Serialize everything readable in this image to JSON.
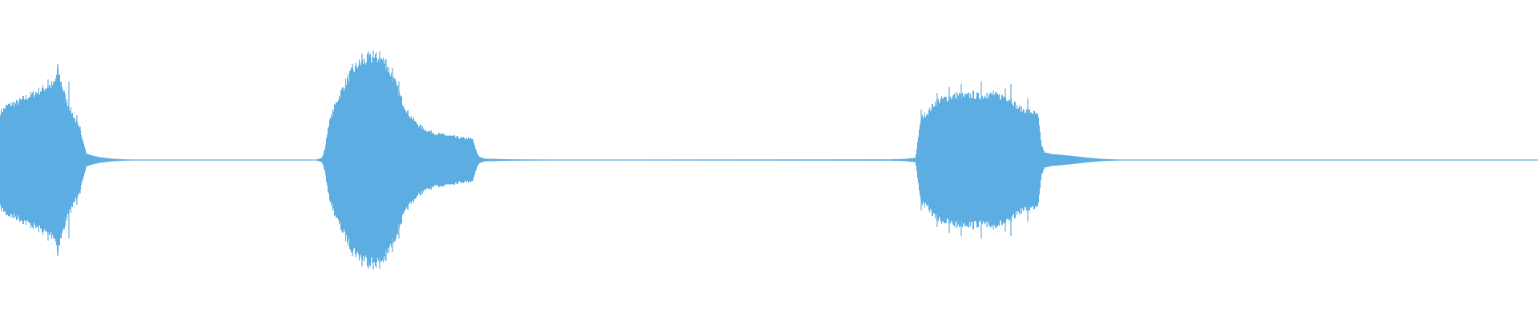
{
  "chart_data": {
    "type": "area",
    "title": "",
    "xlabel": "",
    "ylabel": "",
    "grid": false,
    "legend": "none",
    "xlim": [
      0,
      1920
    ],
    "ylim": [
      -1,
      1
    ],
    "color": "#5dade2",
    "background": "#ffffff",
    "baseline_amplitude": 0.004,
    "series": [
      {
        "envelope": [
          [
            0,
            0.45
          ],
          [
            10,
            0.52
          ],
          [
            20,
            0.54
          ],
          [
            30,
            0.58
          ],
          [
            40,
            0.62
          ],
          [
            50,
            0.66
          ],
          [
            60,
            0.7
          ],
          [
            68,
            0.72
          ],
          [
            72,
            0.86
          ],
          [
            76,
            0.75
          ],
          [
            82,
            0.58
          ],
          [
            88,
            0.48
          ],
          [
            94,
            0.38
          ],
          [
            100,
            0.28
          ],
          [
            104,
            0.18
          ],
          [
            108,
            0.06
          ],
          [
            115,
            0.04
          ],
          [
            125,
            0.025
          ],
          [
            140,
            0.012
          ],
          [
            155,
            0.006
          ],
          [
            170,
            0.004
          ],
          [
            395,
            0.004
          ],
          [
            402,
            0.02
          ],
          [
            406,
            0.12
          ],
          [
            410,
            0.33
          ],
          [
            415,
            0.45
          ],
          [
            420,
            0.55
          ],
          [
            428,
            0.68
          ],
          [
            436,
            0.8
          ],
          [
            446,
            0.9
          ],
          [
            458,
            0.95
          ],
          [
            470,
            0.97
          ],
          [
            478,
            0.95
          ],
          [
            486,
            0.85
          ],
          [
            494,
            0.72
          ],
          [
            502,
            0.56
          ],
          [
            510,
            0.44
          ],
          [
            520,
            0.35
          ],
          [
            530,
            0.29
          ],
          [
            545,
            0.25
          ],
          [
            560,
            0.23
          ],
          [
            575,
            0.21
          ],
          [
            590,
            0.2
          ],
          [
            594,
            0.1
          ],
          [
            598,
            0.03
          ],
          [
            605,
            0.012
          ],
          [
            640,
            0.006
          ],
          [
            700,
            0.004
          ],
          [
            1110,
            0.006
          ],
          [
            1130,
            0.01
          ],
          [
            1143,
            0.02
          ],
          [
            1146,
            0.2
          ],
          [
            1150,
            0.4
          ],
          [
            1158,
            0.45
          ],
          [
            1168,
            0.55
          ],
          [
            1178,
            0.58
          ],
          [
            1188,
            0.6
          ],
          [
            1196,
            0.62
          ],
          [
            1204,
            0.6
          ],
          [
            1214,
            0.62
          ],
          [
            1224,
            0.6
          ],
          [
            1234,
            0.62
          ],
          [
            1244,
            0.61
          ],
          [
            1254,
            0.6
          ],
          [
            1262,
            0.58
          ],
          [
            1270,
            0.5
          ],
          [
            1276,
            0.48
          ],
          [
            1290,
            0.45
          ],
          [
            1296,
            0.42
          ],
          [
            1300,
            0.15
          ],
          [
            1304,
            0.07
          ],
          [
            1320,
            0.05
          ],
          [
            1340,
            0.035
          ],
          [
            1360,
            0.02
          ],
          [
            1380,
            0.008
          ],
          [
            1400,
            0.004
          ],
          [
            1920,
            0.004
          ]
        ],
        "spikes": [
          [
            60,
            0.72
          ],
          [
            72,
            0.86
          ],
          [
            80,
            0.62
          ],
          [
            86,
            0.7
          ],
          [
            96,
            0.4
          ],
          [
            100,
            0.3
          ],
          [
            440,
            0.86
          ],
          [
            452,
            0.95
          ],
          [
            460,
            0.97
          ],
          [
            466,
            0.98
          ],
          [
            474,
            0.97
          ],
          [
            482,
            0.9
          ],
          [
            490,
            0.82
          ],
          [
            498,
            0.7
          ],
          [
            1150,
            0.45
          ],
          [
            1170,
            0.6
          ],
          [
            1185,
            0.65
          ],
          [
            1190,
            0.58
          ],
          [
            1200,
            0.68
          ],
          [
            1208,
            0.58
          ],
          [
            1215,
            0.62
          ],
          [
            1225,
            0.7
          ],
          [
            1232,
            0.6
          ],
          [
            1240,
            0.62
          ],
          [
            1255,
            0.64
          ],
          [
            1262,
            0.68
          ],
          [
            1283,
            0.55
          ]
        ]
      }
    ]
  }
}
